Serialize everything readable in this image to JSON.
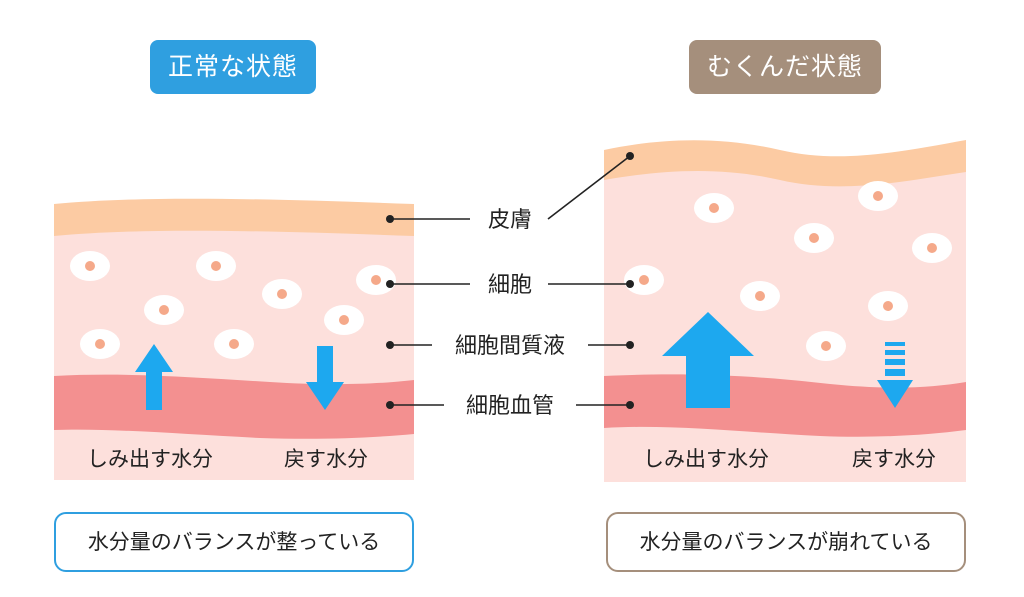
{
  "colors": {
    "normal_accent": "#2f9fe0",
    "swollen_accent": "#a58f7c",
    "skin_layer": "#fccba3",
    "tissue": "#fde0dc",
    "blood_vessel": "#f39090",
    "cell_body": "#ffffff",
    "cell_nucleus": "#f5a98a",
    "arrow": "#1da8ef",
    "line": "#222222"
  },
  "normal": {
    "title": "正常な状態",
    "seep_out_label": "しみ出す水分",
    "return_label": "戻す水分",
    "summary": "水分量のバランスが整っている"
  },
  "swollen": {
    "title": "むくんだ状態",
    "seep_out_label": "しみ出す水分",
    "return_label": "戻す水分",
    "summary": "水分量のバランスが崩れている"
  },
  "parts": {
    "skin": "皮膚",
    "cell": "細胞",
    "interstitial_fluid": "細胞間質液",
    "blood_vessel": "細胞血管"
  }
}
